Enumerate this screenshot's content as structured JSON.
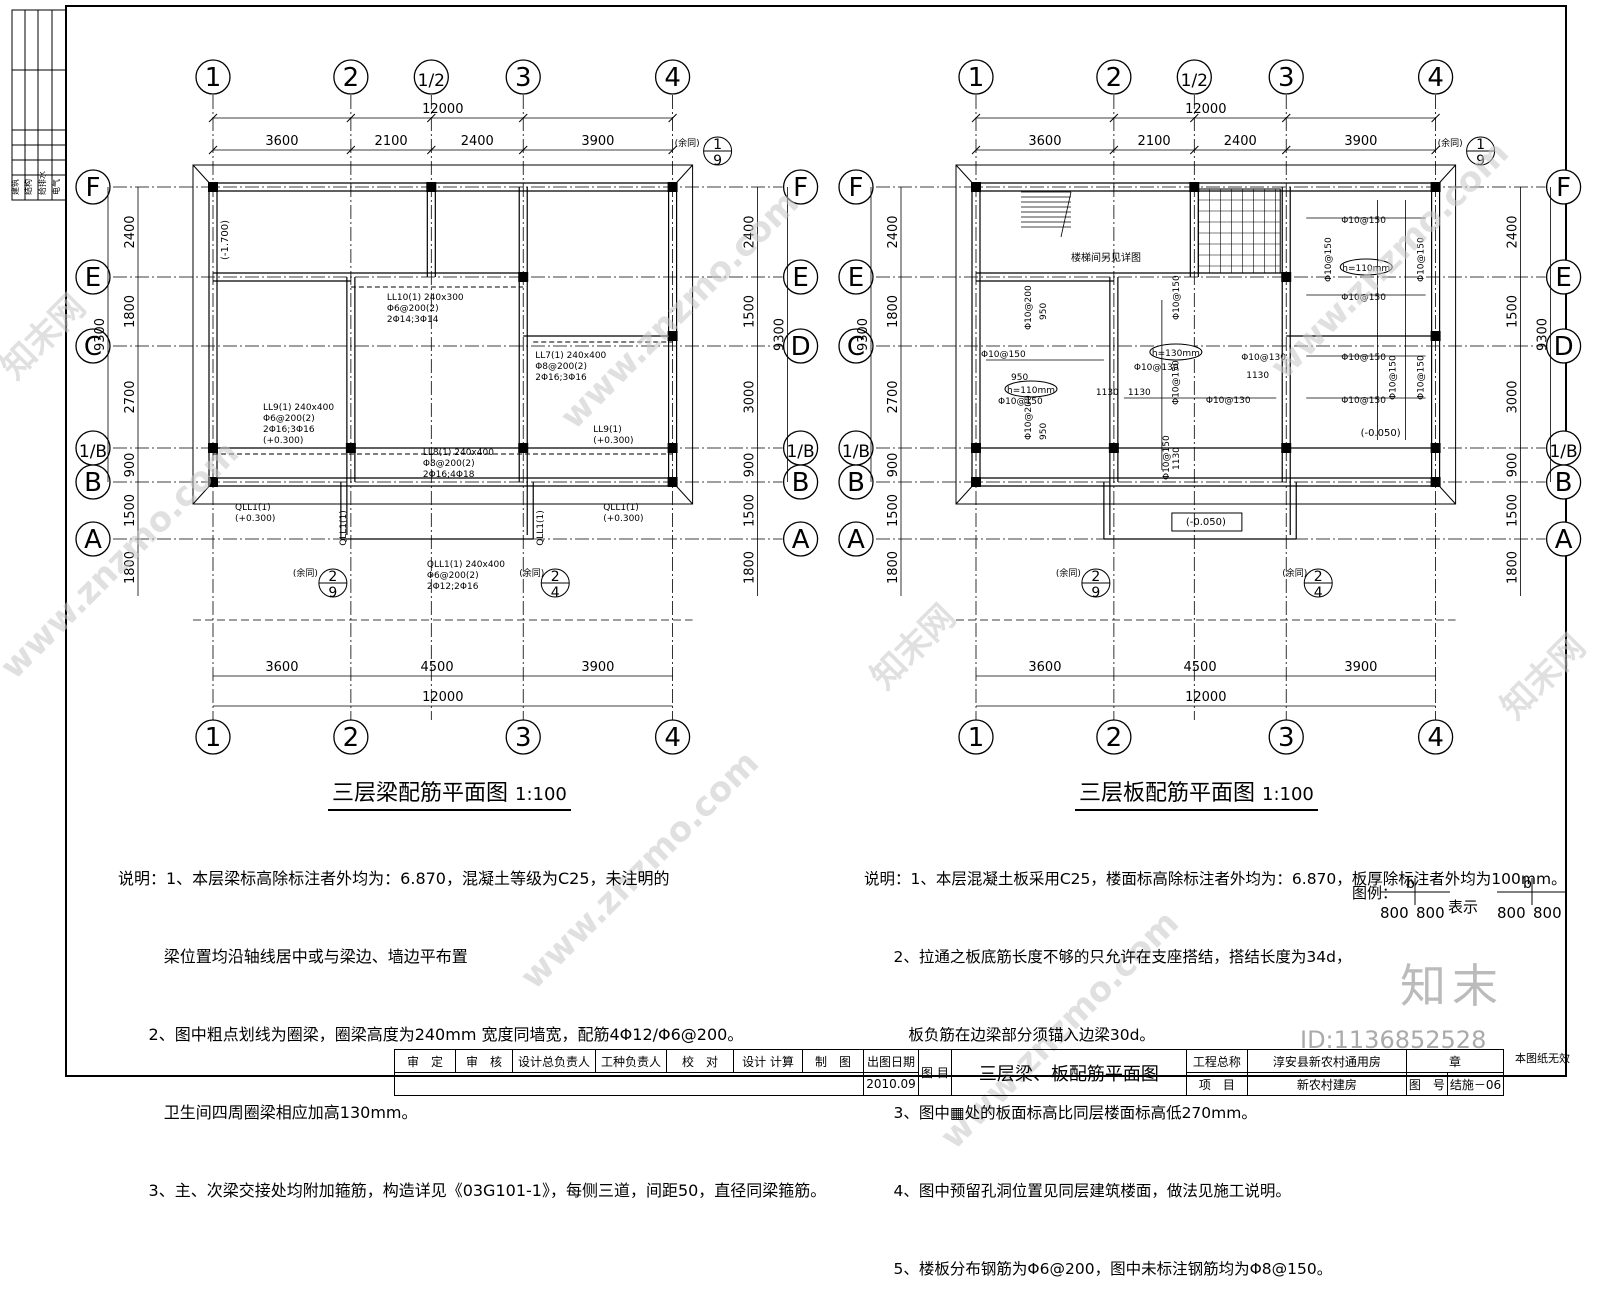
{
  "left_plan": {
    "title": "三层梁配筋平面图",
    "scale": "1:100",
    "axes_top": [
      "1",
      "2",
      "1/2",
      "3",
      "4"
    ],
    "axes_bottom": [
      "1",
      "2",
      "3",
      "4"
    ],
    "axes_left": [
      "F",
      "E",
      "C",
      "1/B",
      "B",
      "A"
    ],
    "axes_right": [
      "F",
      "E",
      "D",
      "1/B",
      "B",
      "A"
    ],
    "dim_total_top": "12000",
    "dims_top": [
      "3600",
      "2100",
      "2400",
      "3900"
    ],
    "dims_bottom": [
      "3600",
      "4500",
      "3900"
    ],
    "dim_total_bottom": "12000",
    "dims_left": [
      "2400",
      "1800",
      "2700",
      "900",
      "1500",
      "1800"
    ],
    "dims_right": [
      "2400",
      "1500",
      "3000",
      "900",
      "1500",
      "1800"
    ],
    "dim_total_side": "9300",
    "annotations": {
      "ll10": [
        "LL10(1) 240x300",
        "Φ6@200(2)",
        "2Φ14;3Φ14"
      ],
      "ll7": [
        "LL7(1) 240x400",
        "Φ8@200(2)",
        "2Φ16;3Φ16"
      ],
      "ll9a": [
        "LL9(1) 240x400",
        "Φ6@200(2)",
        "2Φ16;3Φ16",
        "(+0.300)"
      ],
      "ll8": [
        "LL8(1) 240x400",
        "Φ8@200(2)",
        "2Φ16;4Φ18"
      ],
      "ll9b": [
        "LL9(1)",
        "(+0.300)"
      ],
      "qll1a": [
        "QLL1(1)",
        "(+0.300)"
      ],
      "qll1b": [
        "QLL1(1)",
        "(+0.300)"
      ],
      "qll1c": [
        "QLL1(1) 240x400",
        "Φ6@200(2)",
        "2Φ12;2Φ16"
      ],
      "qll1v1": "QLL1(1)",
      "qll1v2": "QLL1(1)",
      "elev": "(-1.700)",
      "same": "(余同)"
    },
    "notes": [
      "说明：1、本层梁标高除标注者外均为：6.870，混凝土等级为C25，未注明的",
      "         梁位置均沿轴线居中或与梁边、墙边平布置",
      "      2、图中粗点划线为圈梁，圈梁高度为240mm 宽度同墙宽，配筋4Φ12/Φ6@200。",
      "         卫生间四周圈梁相应加高130mm。",
      "      3、主、次梁交接处均附加箍筋，构造详见《03G101-1》，每侧三道，间距50，直径同梁箍筋。"
    ]
  },
  "right_plan": {
    "title": "三层板配筋平面图",
    "scale": "1:100",
    "axes_top": [
      "1",
      "2",
      "1/2",
      "3",
      "4"
    ],
    "axes_bottom": [
      "1",
      "2",
      "3",
      "4"
    ],
    "axes_left": [
      "F",
      "E",
      "C",
      "1/B",
      "B",
      "A"
    ],
    "axes_right": [
      "F",
      "E",
      "D",
      "1/B",
      "B",
      "A"
    ],
    "dim_total_top": "12000",
    "dims_top": [
      "3600",
      "2100",
      "2400",
      "3900"
    ],
    "dims_bottom": [
      "3600",
      "4500",
      "3900"
    ],
    "dim_total_bottom": "12000",
    "dims_left": [
      "2400",
      "1800",
      "2700",
      "900",
      "1500",
      "1800"
    ],
    "dims_right": [
      "2400",
      "1500",
      "3000",
      "900",
      "1500",
      "1800"
    ],
    "dim_total_side": "9300",
    "annotations": {
      "stair": "楼梯间另见详图",
      "h110a": "h=110mm",
      "h130": "h=130mm",
      "h110b": "h=110mm",
      "elev1": "(-0.050)",
      "elev2": "(-0.050)",
      "bar150": "Φ10@150",
      "bar130": "Φ10@130",
      "bar200": "Φ10@200",
      "d950": "950",
      "d1130": "1130",
      "same": "(余同)"
    },
    "notes": [
      "说明：1、本层混凝土板采用C25，楼面标高除标注者外均为：6.870，板厚除标注者外均为100mm。",
      "      2、拉通之板底筋长度不够的只允许在支座搭结，搭结长度为34d，",
      "         板负筋在边梁部分须锚入边梁30d。",
      "      3、图中▦处的板面标高比同层楼面标高低270mm。",
      "      4、图中预留孔洞位置见同层建筑楼面，做法见施工说明。",
      "      5、楼板分布钢筋为Φ6@200，图中未标注钢筋均为Φ8@150。"
    ],
    "legend_label": "图例：",
    "legend_show": "表示",
    "legend_b": "b",
    "legend_dim": "800"
  },
  "detail_refs": {
    "r1": "1",
    "r9": "9",
    "r2": "2",
    "r4": "4"
  },
  "side_strip": [
    "建筑",
    "结构",
    "给排水",
    "电气"
  ],
  "title_block": {
    "reviewer": "审　定",
    "check": "审　核",
    "design_lead": "设计总负责人",
    "discipline_lead": "工种负责人",
    "proof": "校　对",
    "design_calc": "设计 计算",
    "draw": "制　图",
    "date_label": "出图日期",
    "date": "2010.09",
    "sheet_label": "图 目",
    "sheet_title": "三层梁、板配筋平面图",
    "project_label": "工程总称",
    "project": "淳安县新农村通用房",
    "item_label": "项　目",
    "item": "新农村建房",
    "drawing_no_label": "图　号",
    "drawing_no": "结施－06",
    "seal": "章",
    "invalid": "本图纸无效"
  },
  "watermark": {
    "brand": "知末",
    "id": "ID:1136852528",
    "site": "www.znzmo.com",
    "cn": "知末网"
  }
}
